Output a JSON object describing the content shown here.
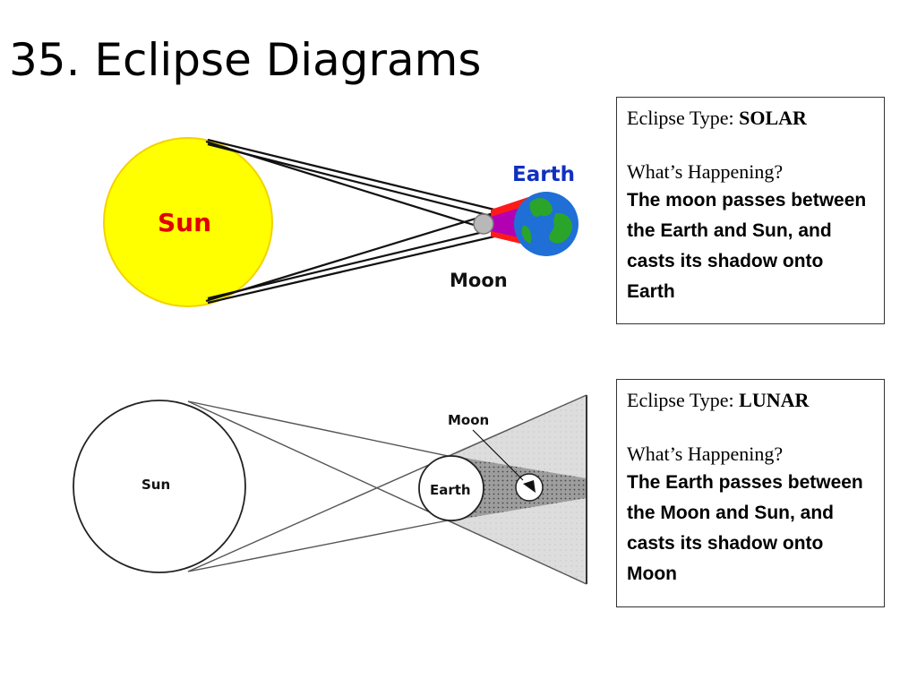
{
  "slide": {
    "title": "35. Eclipse Diagrams"
  },
  "solar_diagram": {
    "sun_label": "Sun",
    "earth_label": "Earth",
    "moon_label": "Moon",
    "colors": {
      "sun_fill": "#ffff00",
      "sun_stroke": "#f2d300",
      "sun_label": "#e00000",
      "earth_label": "#1030c0",
      "earth_ocean": "#1f6fd6",
      "earth_land": "#2aa52a",
      "umbra": "#ff1a1a",
      "penumbra": "#b300b3",
      "moon": "#b8b8b8"
    }
  },
  "lunar_diagram": {
    "sun_label": "Sun",
    "earth_label": "Earth",
    "moon_label": "Moon",
    "colors": {
      "penumbra": "#dddddd",
      "umbra": "#888888",
      "lines": "#555555"
    }
  },
  "solar_box": {
    "type_prefix": "Eclipse Type:",
    "type_value": "SOLAR",
    "question": "What’s Happening?",
    "description": "The moon passes between the Earth and Sun, and casts its shadow onto Earth"
  },
  "lunar_box": {
    "type_prefix": "Eclipse Type:",
    "type_value": "LUNAR",
    "question": "What’s Happening?",
    "description": "The Earth passes between the Moon and Sun, and casts its shadow onto Moon"
  }
}
